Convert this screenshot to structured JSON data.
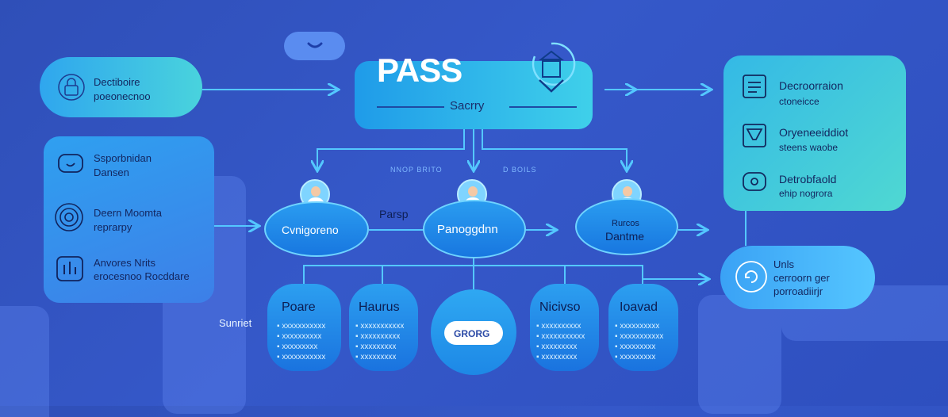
{
  "title": {
    "main": "PASS",
    "sub": "Sacrry"
  },
  "top_pill": "",
  "left_top": {
    "line1": "Dectiboire",
    "line2": "poeonecnoo"
  },
  "left_panel": [
    {
      "icon": "chat-icon",
      "line1": "Ssporbnidan",
      "line2": "Dansen"
    },
    {
      "icon": "spiral-icon",
      "line1": "Deern Moomta",
      "line2": "reprarpy"
    },
    {
      "icon": "chart-icon",
      "line1": "Anvores Nrits",
      "line2": "erocesnoo Rocddare"
    }
  ],
  "right_panel": [
    {
      "icon": "document-icon",
      "line1": "Decroorraion",
      "line2": "ctoneicce"
    },
    {
      "icon": "filter-icon",
      "line1": "Oryeneeiddiot",
      "line2": "steens waobe"
    },
    {
      "icon": "chat-icon",
      "line1": "Detrobfaold",
      "line2": "ehip nogrora"
    }
  ],
  "right_bottom": {
    "line1": "Unls",
    "line2": "cerroorn ger",
    "line3": "porroadiirjr"
  },
  "middle_labels": {
    "a": "NNOP  BRITO",
    "b": "D  BOILS"
  },
  "nodes": [
    {
      "label": "Cvnigoreno"
    },
    {
      "label": "Panoggdnn"
    },
    {
      "label": "Rurcos",
      "label2": "Dantme"
    }
  ],
  "between_label": "Parsp",
  "side_label": "Sunriet",
  "bottom_pills": [
    {
      "title": "Poare",
      "items": [
        "xxxxxxxxxxx",
        "xxxxxxxxxx",
        "xxxxxxxxx",
        "xxxxxxxxxxx"
      ]
    },
    {
      "title": "Haurus",
      "items": [
        "xxxxxxxxxxx",
        "xxxxxxxxxx",
        "xxxxxxxxx",
        "xxxxxxxxx"
      ]
    },
    {
      "title": "GRORG"
    },
    {
      "title": "Nicivso",
      "items": [
        "xxxxxxxxxx",
        "xxxxxxxxxxx",
        "xxxxxxxxx",
        "xxxxxxxxx"
      ]
    },
    {
      "title": "Ioavad",
      "items": [
        "xxxxxxxxxx",
        "xxxxxxxxxxx",
        "xxxxxxxxx",
        "xxxxxxxxx"
      ]
    }
  ]
}
